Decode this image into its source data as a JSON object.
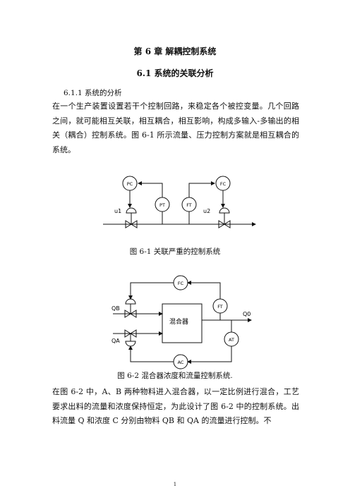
{
  "chapter_title": "第 6 章  解耦控制系统",
  "section_title": "6.1  系统的关联分析",
  "subsection_title": "6.1.1 系统的分析",
  "paragraph1": "在一个生产装置设置若干个控制回路，来稳定各个被控变量。几个回路之间，就可能相互关联，相互耦合，相互影响，构成多输入-多输出的相关（耦合）控制系统。图 6-1 所示流量、压力控制方案就是相互耦合的系统。",
  "figure1": {
    "caption": "图   6-1     关联严重的控制系统",
    "labels": {
      "pc_left": "PC",
      "pc_right": "FC",
      "pt": "PT",
      "ft": "FT",
      "u1": "u1",
      "u2": "u2"
    }
  },
  "figure2": {
    "caption": "图 6-2 混合器浓度和流量控制系统.",
    "labels": {
      "fc": "FC",
      "ft": "FT",
      "at": "AT",
      "ac": "AC",
      "mixer": "混合器",
      "qb": "QB",
      "qa": "QA",
      "q0": "Q0"
    }
  },
  "paragraph2": "在图 6-2 中，A、B 两种物料进入混合器，以一定比例进行混合，工艺要求出料的流量和浓度保持恒定，为此设计了图 6-2 中的控制系统。出料流量 Q 和浓度 C 分别由物料 QB 和 QA 的流量进行控制。不",
  "page_number": "1"
}
